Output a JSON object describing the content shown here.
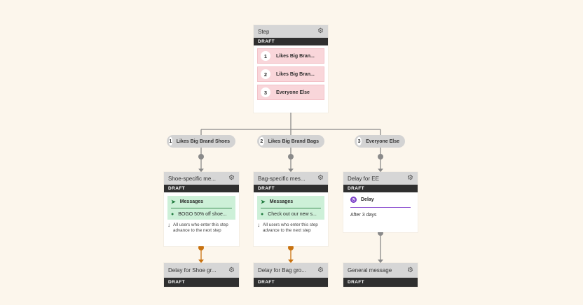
{
  "colors": {
    "background": "#fcf6ec",
    "header_gray": "#d6d6d6",
    "draft_bar": "#2f2f2f",
    "variant_pink": "#f9d6da",
    "message_green": "#cdf0d8",
    "connector_gray": "#8a8a8a",
    "connector_orange": "#c9720f",
    "delay_purple": "#7b3ec8"
  },
  "step": {
    "title": "Step",
    "status": "DRAFT",
    "variants": [
      {
        "num": "1",
        "label": "Likes Big Bran..."
      },
      {
        "num": "2",
        "label": "Likes Big Bran..."
      },
      {
        "num": "3",
        "label": "Everyone Else"
      }
    ]
  },
  "branches": [
    {
      "num": "1",
      "label": "Likes Big Brand Shoes"
    },
    {
      "num": "2",
      "label": "Likes Big Brand Bags"
    },
    {
      "num": "3",
      "label": "Everyone Else"
    }
  ],
  "shoe_step": {
    "title": "Shoe-specific me...",
    "status": "DRAFT",
    "channel": "Messages",
    "message": "BOGO 50% off shoe...",
    "advance_note_1": "All users who enter this step",
    "advance_note_2": "advance to the next step"
  },
  "bag_step": {
    "title": "Bag-specific mes...",
    "status": "DRAFT",
    "channel": "Messages",
    "message": "Check out our new s...",
    "advance_note_1": "All users who enter this step",
    "advance_note_2": "advance to the next step"
  },
  "ee_delay": {
    "title": "Delay for EE",
    "status": "DRAFT",
    "delay_label": "Delay",
    "delay_value": "After 3 days"
  },
  "shoe_delay": {
    "title": "Delay for Shoe gr...",
    "status": "DRAFT"
  },
  "bag_delay": {
    "title": "Delay for Bag gro...",
    "status": "DRAFT"
  },
  "general_message": {
    "title": "General message",
    "status": "DRAFT"
  },
  "icons": {
    "gear": "gear-icon",
    "send": "send-icon",
    "apple": "apple-icon",
    "arrow_down": "arrow-down-icon",
    "clock": "clock-icon"
  }
}
